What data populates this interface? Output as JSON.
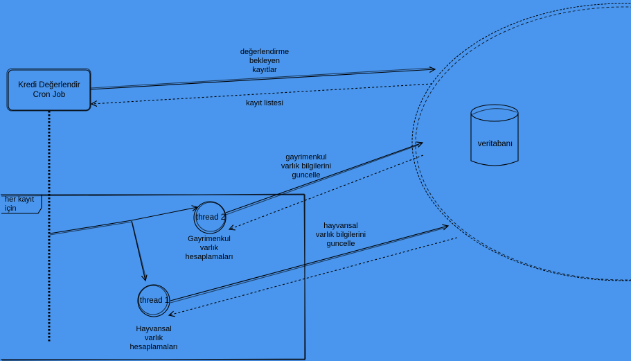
{
  "nodes": {
    "cron_job": "Kredi Değerlendir\nCron Job",
    "database": "veritabanı",
    "loop_label": "her kayıt\niçin",
    "thread2": "thread 2",
    "thread1": "thread 1",
    "thread2_caption": "Gayrimenkul\nvarlık\nhesaplamaları",
    "thread1_caption": "Hayvansal\nvarlık\nhesaplamaları"
  },
  "edges": {
    "request_records": "değerlendirme\nbekleyen\nkayıtlar",
    "record_list": "kayıt listesi",
    "update_real_estate": "gayrimenkul\nvarlık bilgilerini\nguncelle",
    "update_livestock": "hayvansal\nvarlık bilgilerini\nguncelle"
  },
  "colors": {
    "background": "#4A96EE",
    "stroke": "#000000"
  }
}
